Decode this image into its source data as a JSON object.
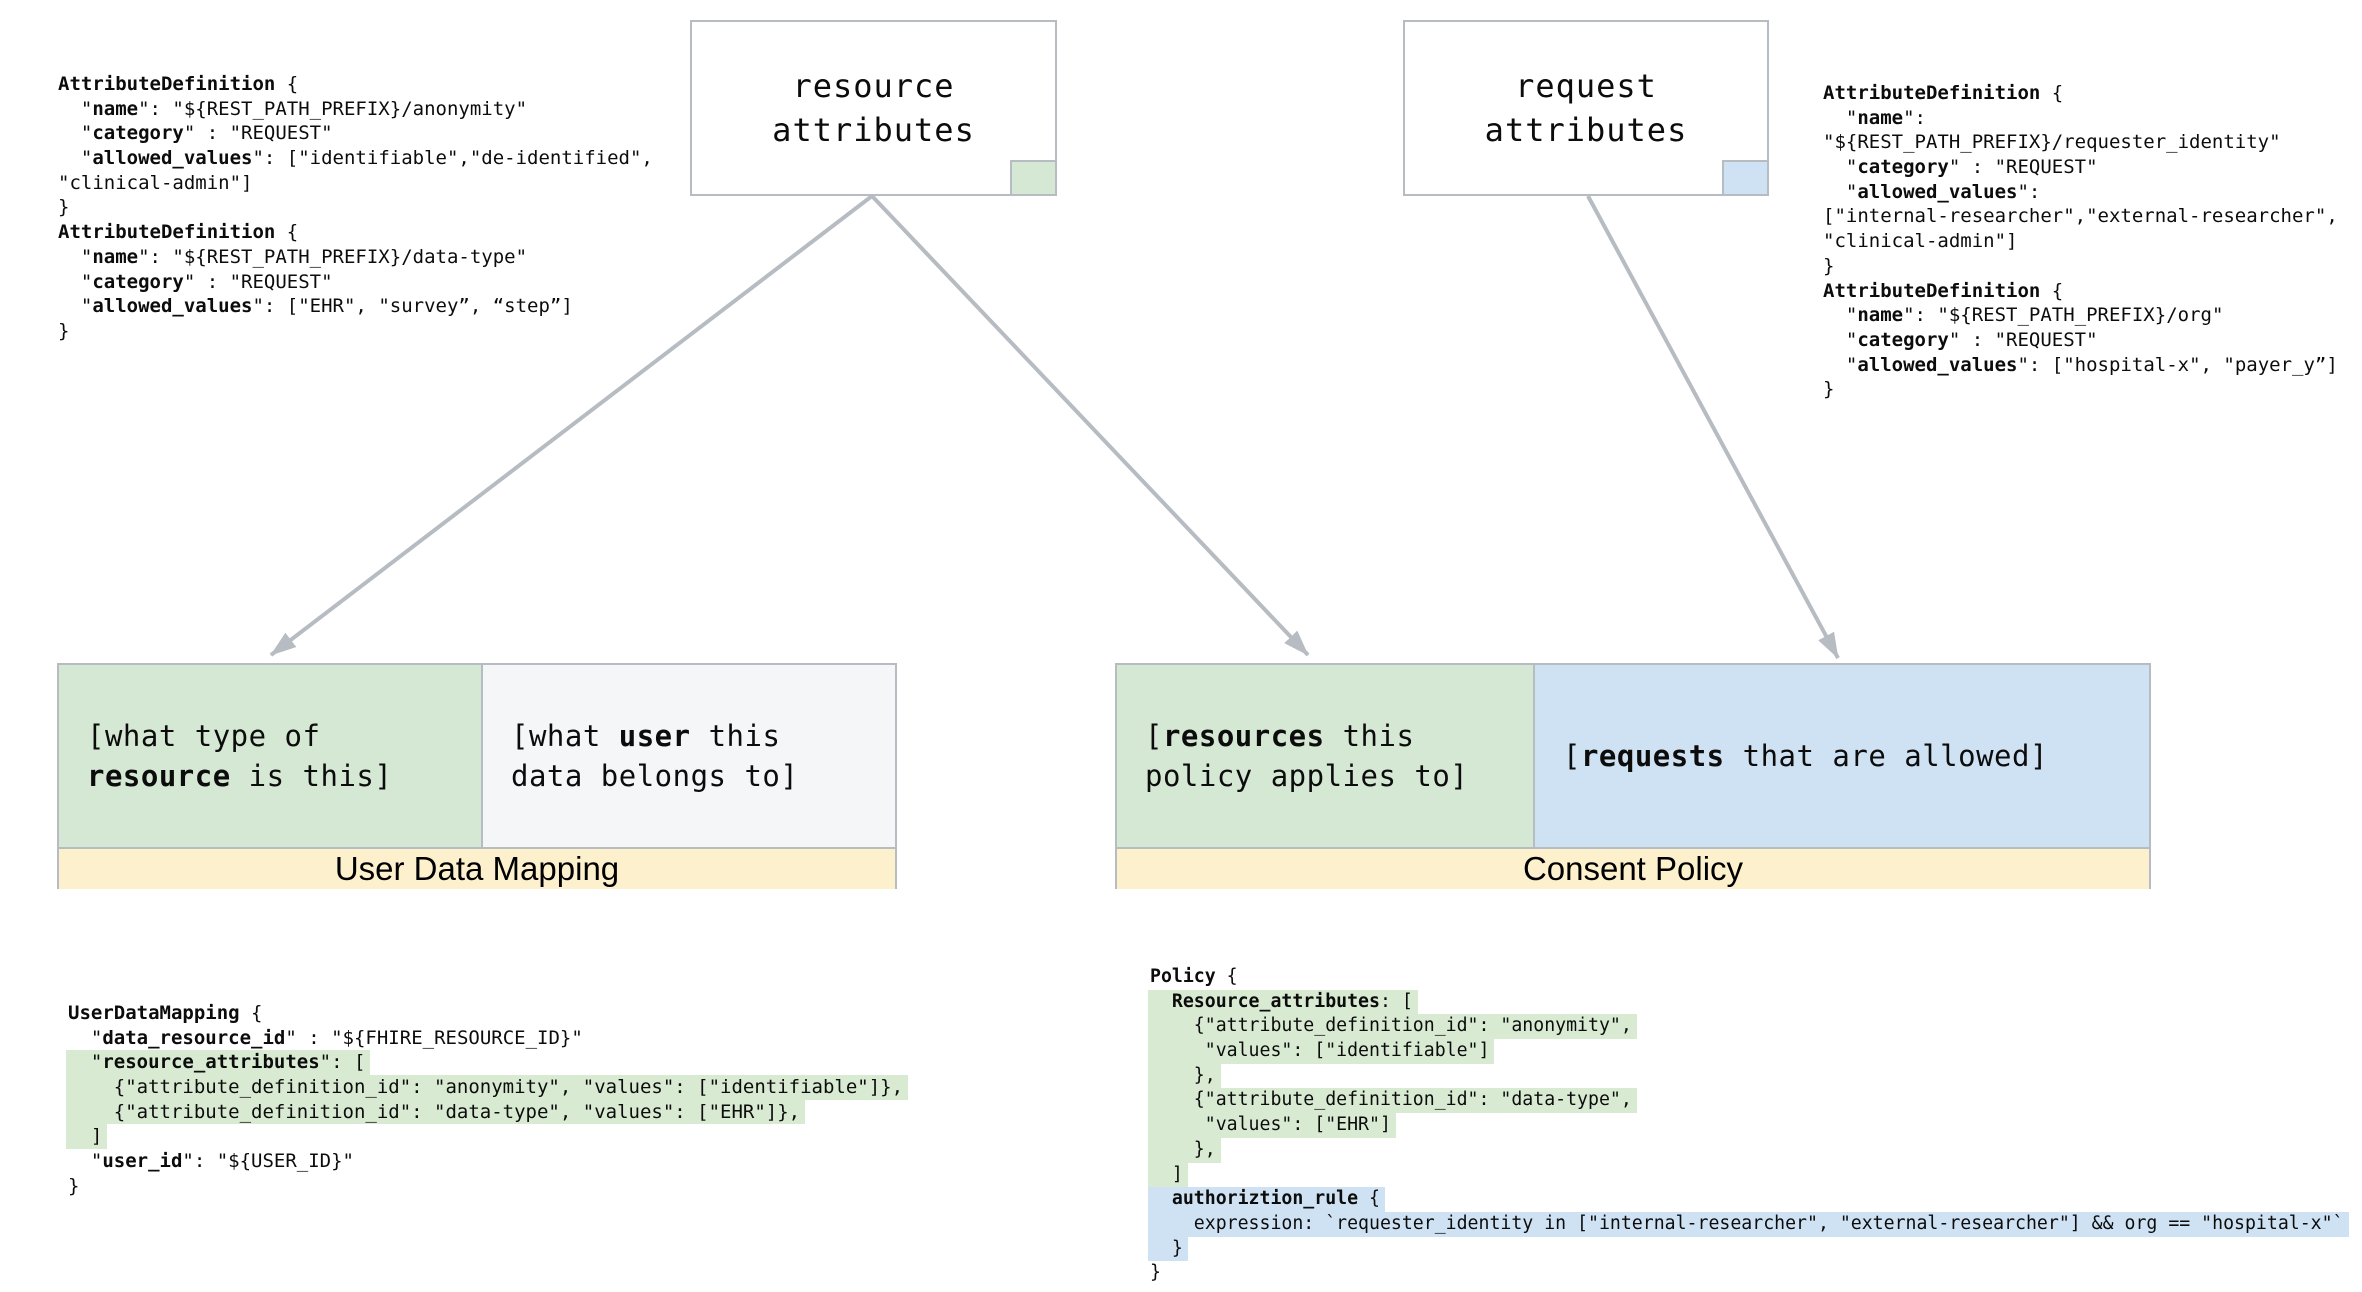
{
  "diagram": {
    "boxes": {
      "resource_attributes": {
        "label": "resource\nattributes"
      },
      "request_attributes": {
        "label": "request\nattributes"
      }
    },
    "panels": {
      "user_data_mapping": {
        "band": "User Data Mapping",
        "cells": [
          {
            "color": "green",
            "segments": [
              {
                "t": "[what type of\n"
              },
              {
                "t": "resource",
                "b": 1
              },
              {
                "t": " is this]"
              }
            ]
          },
          {
            "color": "gray",
            "segments": [
              {
                "t": "[what "
              },
              {
                "t": "user",
                "b": 1
              },
              {
                "t": " this\ndata belongs to]"
              }
            ]
          }
        ]
      },
      "consent_policy": {
        "band": "Consent Policy",
        "cells": [
          {
            "color": "green",
            "segments": [
              {
                "t": "["
              },
              {
                "t": "resources",
                "b": 1
              },
              {
                "t": " this\npolicy applies to]"
              }
            ]
          },
          {
            "color": "blue",
            "segments": [
              {
                "t": "["
              },
              {
                "t": "requests",
                "b": 1
              },
              {
                "t": " that are allowed]"
              }
            ]
          }
        ]
      }
    },
    "colors": {
      "panel_green": "#d5e8d4",
      "panel_blue": "#cfe2f3",
      "panel_gray": "#f4f6f8",
      "band_yellow": "#fdf0cc",
      "border_gray": "#b6bcc2",
      "highlight_green": "#d9ead3",
      "highlight_blue": "#cfe2f3"
    }
  },
  "code_blocks": {
    "resource_attribute_definitions": {
      "lines": [
        {
          "seg": [
            {
              "t": "AttributeDefinition",
              "b": 1
            },
            {
              "t": " {"
            }
          ]
        },
        {
          "seg": [
            {
              "t": "  \""
            },
            {
              "t": "name",
              "b": 1
            },
            {
              "t": "\": \"${REST_PATH_PREFIX}/anonymity\""
            }
          ]
        },
        {
          "seg": [
            {
              "t": "  \""
            },
            {
              "t": "category",
              "b": 1
            },
            {
              "t": "\" : \"REQUEST\""
            }
          ]
        },
        {
          "seg": [
            {
              "t": "  \""
            },
            {
              "t": "allowed_values",
              "b": 1
            },
            {
              "t": "\": [\"identifiable\",\"de-identified\","
            }
          ]
        },
        {
          "seg": [
            {
              "t": "\"clinical-admin\"]"
            }
          ]
        },
        {
          "seg": [
            {
              "t": "}"
            }
          ]
        },
        {
          "seg": [
            {
              "t": "AttributeDefinition",
              "b": 1
            },
            {
              "t": " {"
            }
          ]
        },
        {
          "seg": [
            {
              "t": "  \""
            },
            {
              "t": "name",
              "b": 1
            },
            {
              "t": "\": \"${REST_PATH_PREFIX}/data-type\""
            }
          ]
        },
        {
          "seg": [
            {
              "t": "  \""
            },
            {
              "t": "category",
              "b": 1
            },
            {
              "t": "\" : \"REQUEST\""
            }
          ]
        },
        {
          "seg": [
            {
              "t": "  \""
            },
            {
              "t": "allowed_values",
              "b": 1
            },
            {
              "t": "\": [\"EHR\", \"survey”, “step”]"
            }
          ]
        },
        {
          "seg": [
            {
              "t": "}"
            }
          ]
        }
      ]
    },
    "request_attribute_definitions": {
      "lines": [
        {
          "seg": [
            {
              "t": "AttributeDefinition",
              "b": 1
            },
            {
              "t": " {"
            }
          ]
        },
        {
          "seg": [
            {
              "t": "  \""
            },
            {
              "t": "name",
              "b": 1
            },
            {
              "t": "\":"
            }
          ]
        },
        {
          "seg": [
            {
              "t": "\"${REST_PATH_PREFIX}/requester_identity\""
            }
          ]
        },
        {
          "seg": [
            {
              "t": "  \""
            },
            {
              "t": "category",
              "b": 1
            },
            {
              "t": "\" : \"REQUEST\""
            }
          ]
        },
        {
          "seg": [
            {
              "t": "  \""
            },
            {
              "t": "allowed_values",
              "b": 1
            },
            {
              "t": "\":"
            }
          ]
        },
        {
          "seg": [
            {
              "t": "[\"internal-researcher\",\"external-researcher\","
            }
          ]
        },
        {
          "seg": [
            {
              "t": "\"clinical-admin\"]"
            }
          ]
        },
        {
          "seg": [
            {
              "t": "}"
            }
          ]
        },
        {
          "seg": [
            {
              "t": "AttributeDefinition",
              "b": 1
            },
            {
              "t": " {"
            }
          ]
        },
        {
          "seg": [
            {
              "t": "  \""
            },
            {
              "t": "name",
              "b": 1
            },
            {
              "t": "\": \"${REST_PATH_PREFIX}/org\""
            }
          ]
        },
        {
          "seg": [
            {
              "t": "  \""
            },
            {
              "t": "category",
              "b": 1
            },
            {
              "t": "\" : \"REQUEST\""
            }
          ]
        },
        {
          "seg": [
            {
              "t": "  \""
            },
            {
              "t": "allowed_values",
              "b": 1
            },
            {
              "t": "\": [\"hospital-x\", \"payer_y”]"
            }
          ]
        },
        {
          "seg": [
            {
              "t": "}"
            }
          ]
        }
      ]
    },
    "user_data_mapping_example": {
      "lines": [
        {
          "seg": [
            {
              "t": "UserDataMapping",
              "b": 1
            },
            {
              "t": " {"
            }
          ]
        },
        {
          "seg": [
            {
              "t": "  \""
            },
            {
              "t": "data_resource_id",
              "b": 1
            },
            {
              "t": "\" : \"${FHIRE_RESOURCE_ID}\""
            }
          ]
        },
        {
          "hl": "g",
          "seg": [
            {
              "t": "  \""
            },
            {
              "t": "resource_attributes",
              "b": 1
            },
            {
              "t": "\": ["
            }
          ]
        },
        {
          "hl": "g",
          "seg": [
            {
              "t": "    {\"attribute_definition_id\": \"anonymity\", \"values\": [\"identifiable\"]},"
            }
          ]
        },
        {
          "hl": "g",
          "seg": [
            {
              "t": "    {\"attribute_definition_id\": \"data-type\", \"values\": [\"EHR\"]},"
            }
          ]
        },
        {
          "hl": "g",
          "seg": [
            {
              "t": "  ]"
            }
          ]
        },
        {
          "seg": [
            {
              "t": "  \""
            },
            {
              "t": "user_id",
              "b": 1
            },
            {
              "t": "\": \"${USER_ID}\""
            }
          ]
        },
        {
          "seg": [
            {
              "t": "}"
            }
          ]
        }
      ]
    },
    "policy_example": {
      "lines": [
        {
          "seg": [
            {
              "t": "Policy",
              "b": 1
            },
            {
              "t": " {"
            }
          ]
        },
        {
          "hl": "g",
          "seg": [
            {
              "t": "  "
            },
            {
              "t": "Resource_attributes",
              "b": 1
            },
            {
              "t": ": ["
            }
          ]
        },
        {
          "hl": "g",
          "seg": [
            {
              "t": "    {\"attribute_definition_id\": \"anonymity\","
            }
          ]
        },
        {
          "hl": "g",
          "seg": [
            {
              "t": "     \"values\": [\"identifiable\"]"
            }
          ]
        },
        {
          "hl": "g",
          "seg": [
            {
              "t": "    },"
            }
          ]
        },
        {
          "hl": "g",
          "seg": [
            {
              "t": "    {\"attribute_definition_id\": \"data-type\","
            }
          ]
        },
        {
          "hl": "g",
          "seg": [
            {
              "t": "     \"values\": [\"EHR\"]"
            }
          ]
        },
        {
          "hl": "g",
          "seg": [
            {
              "t": "    },"
            }
          ]
        },
        {
          "hl": "g",
          "seg": [
            {
              "t": "  ]"
            }
          ]
        },
        {
          "hl": "b",
          "seg": [
            {
              "t": "  "
            },
            {
              "t": "authoriztion_rule",
              "b": 1
            },
            {
              "t": " {"
            }
          ]
        },
        {
          "hl": "b",
          "seg": [
            {
              "t": "    expression: `requester_identity in [\"internal-researcher\", \"external-researcher\"] && org == \"hospital-x\"`"
            }
          ]
        },
        {
          "hl": "b",
          "seg": [
            {
              "t": "  }"
            }
          ]
        },
        {
          "seg": [
            {
              "t": "}"
            }
          ]
        }
      ]
    }
  }
}
